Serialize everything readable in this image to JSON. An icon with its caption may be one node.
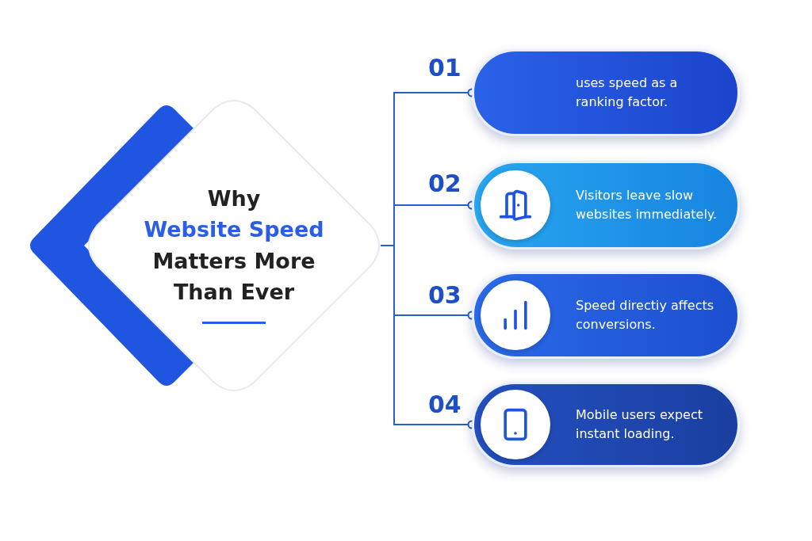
{
  "diagram": {
    "nodes": [
      {
        "text": [
          "Why",
          "Website Speed",
          "Matters More Than Ever"
        ]
      },
      {
        "text": [
          "uses speed as a ranking factor."
        ],
        "beside": [
          "01"
        ]
      },
      {
        "text": [
          "Visitors leave slow websites immediately."
        ],
        "beside": [
          "02"
        ]
      },
      {
        "text": [
          "Speed directiy affects conversions."
        ],
        "beside": [
          "03"
        ]
      },
      {
        "text": [
          "Mobile users expect instant loading."
        ],
        "beside": [
          "04"
        ]
      }
    ],
    "edges": [
      {
        "from": 0,
        "to": 1,
        "arrow": "other"
      },
      {
        "from": 0,
        "to": 2,
        "arrow": "other"
      },
      {
        "from": 0,
        "to": 3,
        "arrow": "other"
      },
      {
        "from": 0,
        "to": 4,
        "arrow": "other"
      }
    ]
  }
}
